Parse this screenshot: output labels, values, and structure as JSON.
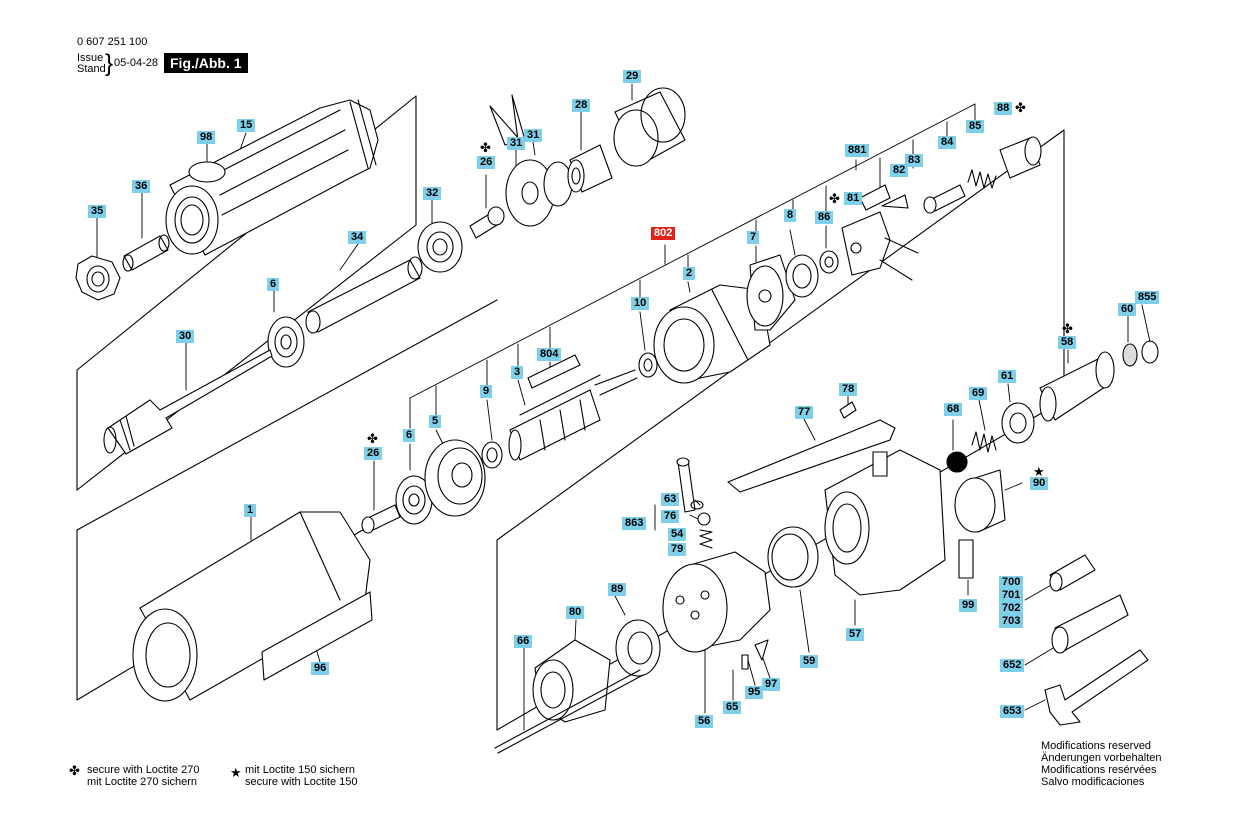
{
  "header": {
    "part_number": "0 607 251 100",
    "issue_label": "Issue",
    "stand_label": "Stand",
    "date": "05-04-28",
    "figure_label": "Fig./Abb. 1"
  },
  "callouts": {
    "c98": "98",
    "c15": "15",
    "c36": "36",
    "c35": "35",
    "c32": "32",
    "c34": "34",
    "c6a": "6",
    "c30": "30",
    "c26a": "26",
    "c31a": "31",
    "c31b": "31",
    "c28": "28",
    "c29": "29",
    "c802": "802",
    "c881": "881",
    "c85": "85",
    "c88": "88",
    "c84": "84",
    "c83": "83",
    "c82": "82",
    "c81": "81",
    "c86": "86",
    "c8": "8",
    "c7": "7",
    "c2": "2",
    "c10": "10",
    "c804": "804",
    "c3": "3",
    "c9": "9",
    "c5": "5",
    "c6b": "6",
    "c26b": "26",
    "c1": "1",
    "c96": "96",
    "c855": "855",
    "c60": "60",
    "c58": "58",
    "c78": "78",
    "c77": "77",
    "c68": "68",
    "c69": "69",
    "c61": "61",
    "c90": "90",
    "c63": "63",
    "c76": "76",
    "c863": "863",
    "c54": "54",
    "c79": "79",
    "c99": "99",
    "c700": "700",
    "c701": "701",
    "c702": "702",
    "c703": "703",
    "c89": "89",
    "c80": "80",
    "c66": "66",
    "c57": "57",
    "c59": "59",
    "c97": "97",
    "c95": "95",
    "c65": "65",
    "c56": "56",
    "c652": "652",
    "c653": "653"
  },
  "notes": {
    "loctite270_line1": "secure with Loctite 270",
    "loctite270_line2": "mit Loctite 270 sichern",
    "loctite150_line1": "mit Loctite 150 sichern",
    "loctite150_line2": "secure with Loctite 150"
  },
  "modifications": [
    "Modifications reserved",
    "Änderungen vorbehalten",
    "Modifications resérvées",
    "Salvo modificaciones"
  ],
  "symbols": {
    "clover": "✤",
    "star": "★"
  },
  "colors": {
    "callout_bg": "#7ed0ea",
    "highlight_bg": "#e2231a",
    "line": "#000000"
  }
}
